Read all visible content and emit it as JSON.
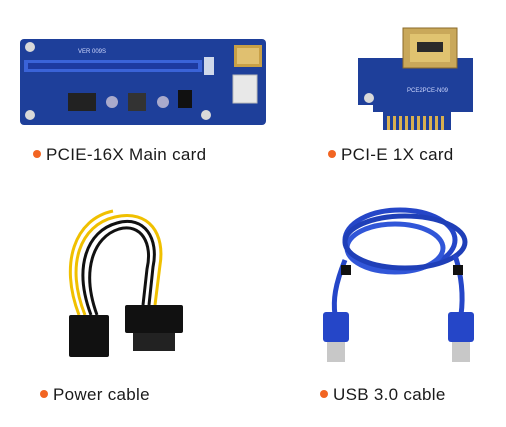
{
  "items": [
    {
      "caption": "PCIE-16X Main card",
      "pcb_text": "VER 009S"
    },
    {
      "caption": "PCI-E 1X card",
      "pcb_text": "PCE2PCE-N09"
    },
    {
      "caption": "Power cable"
    },
    {
      "caption": "USB 3.0 cable"
    }
  ],
  "colors": {
    "pcb": "#1e3f9a",
    "slot": "#2b52c9",
    "bullet": "#f26522",
    "cable_blue": "#2546c8"
  },
  "icons": [
    "main-card-image",
    "1x-card-image",
    "power-cable-image",
    "usb-cable-image"
  ]
}
